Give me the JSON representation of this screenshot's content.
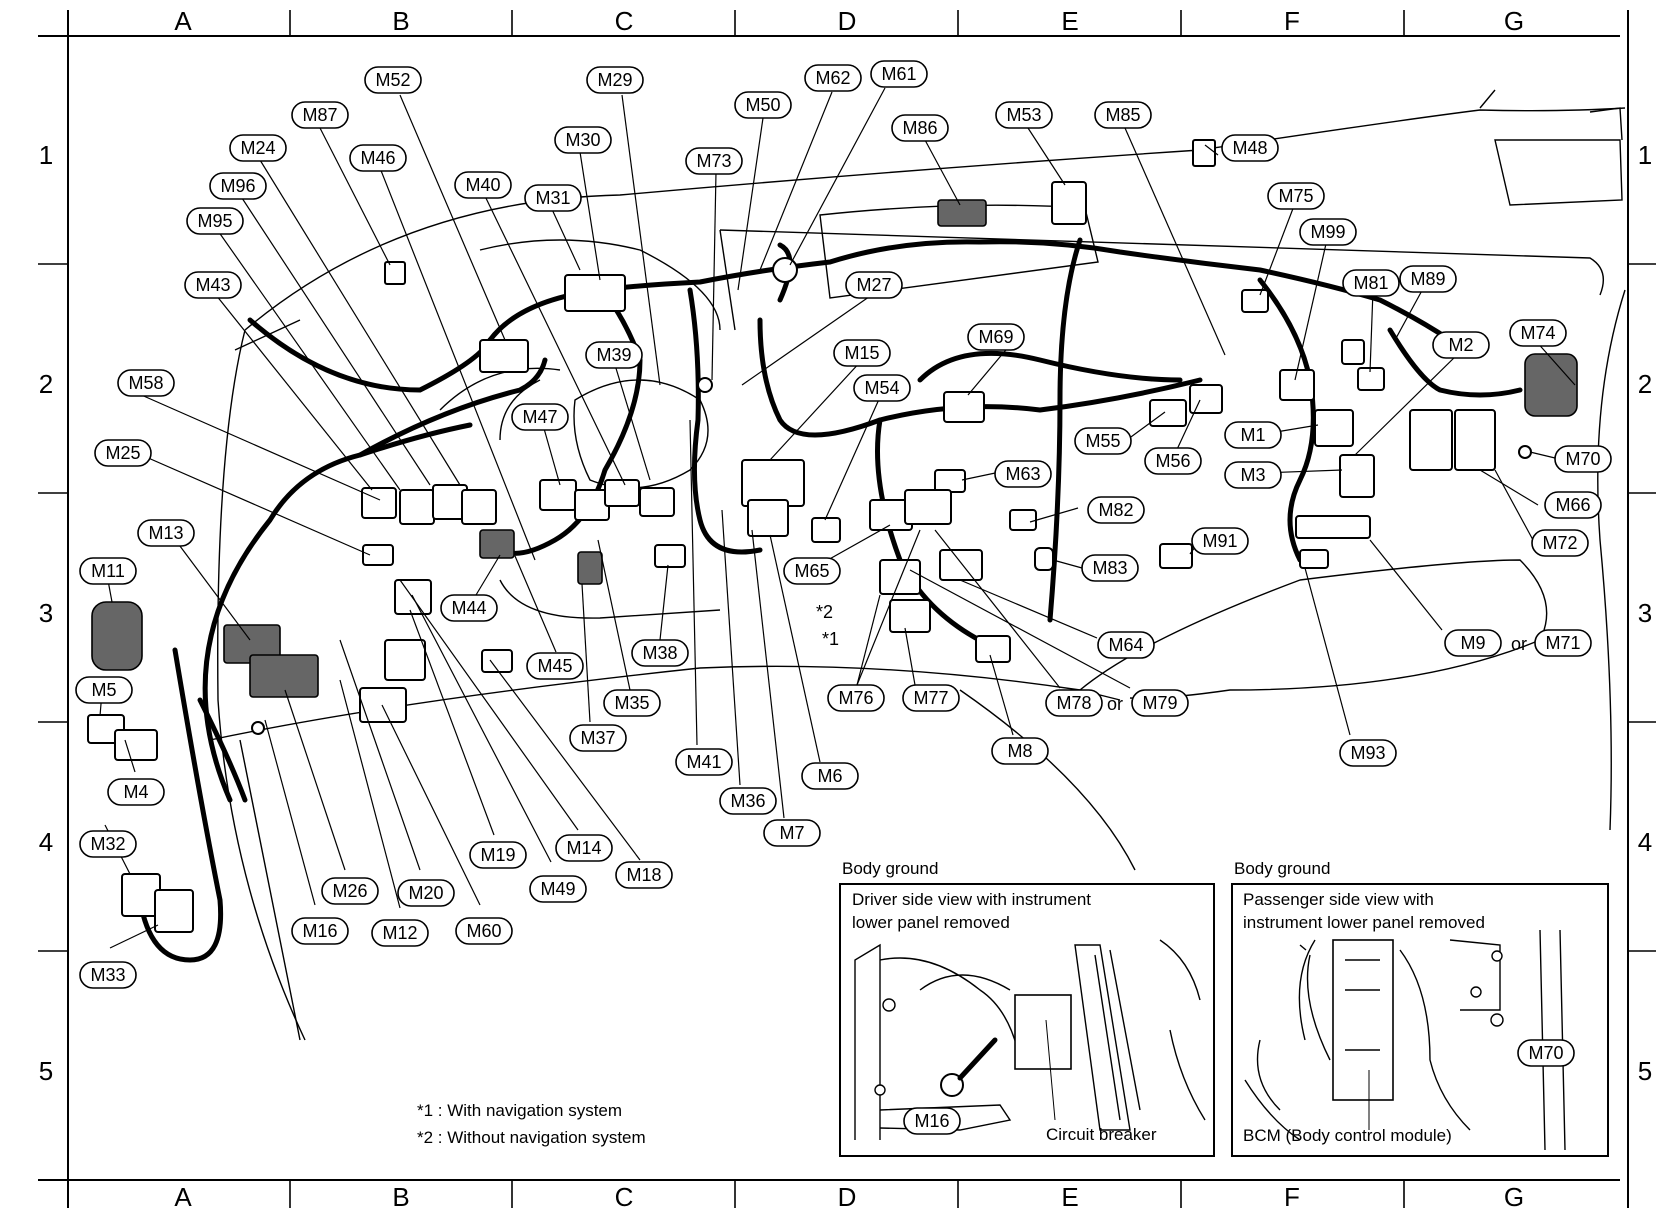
{
  "grid": {
    "columns": [
      "A",
      "B",
      "C",
      "D",
      "E",
      "F",
      "G"
    ],
    "rows": [
      "1",
      "2",
      "3",
      "4",
      "5"
    ]
  },
  "connectors": {
    "m52": "M52",
    "m29": "M29",
    "m62": "M62",
    "m61": "M61",
    "m87": "M87",
    "m50": "M50",
    "m86": "M86",
    "m53": "M53",
    "m85": "M85",
    "m24": "M24",
    "m46": "M46",
    "m30": "M30",
    "m73": "M73",
    "m48": "M48",
    "m96": "M96",
    "m40": "M40",
    "m31": "M31",
    "m95": "M95",
    "m75": "M75",
    "m99": "M99",
    "m27": "M27",
    "m43": "M43",
    "m81": "M81",
    "m89": "M89",
    "m74": "M74",
    "m15": "M15",
    "m69": "M69",
    "m39": "M39",
    "m2": "M2",
    "m58": "M58",
    "m54": "M54",
    "m47": "M47",
    "m55": "M55",
    "m56": "M56",
    "m1": "M1",
    "m25": "M25",
    "m70": "M70",
    "m63": "M63",
    "m3": "M3",
    "m66": "M66",
    "m82": "M82",
    "m13": "M13",
    "m91": "M91",
    "m72": "M72",
    "m65": "M65",
    "m83": "M83",
    "m11": "M11",
    "m44": "M44",
    "m9": "M9",
    "m71": "M71",
    "m64": "M64",
    "m38": "M38",
    "m45": "M45",
    "m5": "M5",
    "m35": "M35",
    "m76": "M76",
    "m77": "M77",
    "m78": "M78",
    "m79": "M79",
    "m37": "M37",
    "m8": "M8",
    "m93": "M93",
    "m41": "M41",
    "m4": "M4",
    "m6": "M6",
    "m36": "M36",
    "m7": "M7",
    "m32": "M32",
    "m19": "M19",
    "m14": "M14",
    "m18": "M18",
    "m26": "M26",
    "m20": "M20",
    "m49": "M49",
    "m16": "M16",
    "m12": "M12",
    "m60": "M60",
    "m33": "M33",
    "m70_inset": "M70",
    "m16_inset": "M16"
  },
  "or_labels": {
    "m9_m71": "or",
    "m78_m79": "or"
  },
  "star_marks": {
    "s1": "*1",
    "s2": "*2"
  },
  "notes": {
    "note1": "*1 : With navigation system",
    "note2": "*2 : Without navigation system"
  },
  "insets": {
    "driver": {
      "caption": "Body ground",
      "title1": "Driver side view with instrument",
      "title2": "lower panel removed",
      "circuit_breaker": "Circuit breaker"
    },
    "passenger": {
      "caption": "Body ground",
      "title1": "Passenger side view with",
      "title2": "instrument lower panel removed",
      "bcm": "BCM (Body control module)"
    }
  }
}
